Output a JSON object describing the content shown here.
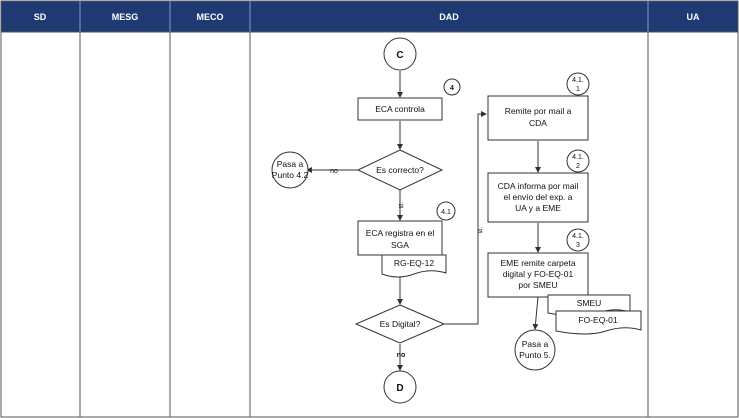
{
  "colors": {
    "header_bg": "#1f3a73",
    "header_text": "#ffffff",
    "lane_border": "#555555",
    "shape_fill": "#ffffff",
    "shape_stroke": "#333333"
  },
  "lanes": {
    "sd": "SD",
    "mesg": "MESG",
    "meco": "MECO",
    "dad": "DAD",
    "ua": "UA"
  },
  "nodes": {
    "connector_c": "C",
    "step_4": "4",
    "eca_controla": "ECA controla",
    "decision_correcto": "Es correcto?",
    "pasa_42_line1": "Pasa  a",
    "pasa_42_line2": "Punto 4.2",
    "label_no_1": "no",
    "label_si_1": "si",
    "step_41": "4.1",
    "eca_registra_line1": "ECA registra en el",
    "eca_registra_line2": "SGA",
    "doc_rg": "RG-EQ-12",
    "decision_digital": "Es Digital?",
    "label_no_2": "no",
    "label_si_2": "si",
    "connector_d": "D",
    "step_411_line1": "4.1.",
    "step_411_line2": "1",
    "remite_line1": "Remite por mail a",
    "remite_line2": "CDA",
    "step_412_line1": "4.1.",
    "step_412_line2": "2",
    "cda_line1": "CDA informa por mail",
    "cda_line2": "el envío del exp. a",
    "cda_line3": "UA y a EME",
    "step_413_line1": "4.1.",
    "step_413_line2": "3",
    "eme_line1": "EME remite carpeta",
    "eme_line2": "digital y FO-EQ-01",
    "eme_line3": "por SMEU",
    "doc_smeu": "SMEU",
    "doc_fo": "FO-EQ-01",
    "pasa_5_line1": "Pasa a",
    "pasa_5_line2": "Punto 5."
  }
}
